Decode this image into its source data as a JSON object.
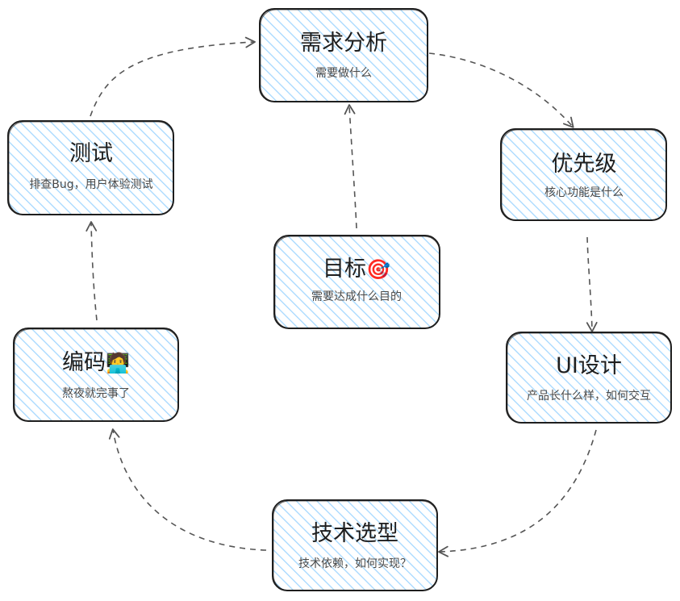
{
  "diagram": {
    "colors": {
      "stroke": "#1e1e1e",
      "hatch": "#a5d8ff",
      "fill": "#ffffff",
      "arrow": "#555555",
      "desc_text": "#4a4a4a"
    },
    "nodes": [
      {
        "id": "requirements",
        "title": "需求分析",
        "desc": "需要做什么",
        "emoji": ""
      },
      {
        "id": "priority",
        "title": "优先级",
        "desc": "核心功能是什么",
        "emoji": ""
      },
      {
        "id": "ui-design",
        "title": "UI设计",
        "desc": "产品长什么样，如何交互",
        "emoji": ""
      },
      {
        "id": "tech-selection",
        "title": "技术选型",
        "desc": "技术依赖，如何实现？",
        "emoji": ""
      },
      {
        "id": "coding",
        "title": "编码",
        "desc": "熬夜就完事了",
        "emoji": "🧑‍💻"
      },
      {
        "id": "testing",
        "title": "测试",
        "desc": "排查Bug，用户体验测试",
        "emoji": ""
      },
      {
        "id": "goal",
        "title": "目标",
        "desc": "需要达成什么目的",
        "emoji": "🎯"
      }
    ],
    "edges": [
      {
        "from": "requirements",
        "to": "priority"
      },
      {
        "from": "priority",
        "to": "ui-design"
      },
      {
        "from": "ui-design",
        "to": "tech-selection"
      },
      {
        "from": "tech-selection",
        "to": "coding"
      },
      {
        "from": "coding",
        "to": "testing"
      },
      {
        "from": "testing",
        "to": "requirements"
      },
      {
        "from": "goal",
        "to": "requirements"
      }
    ]
  }
}
